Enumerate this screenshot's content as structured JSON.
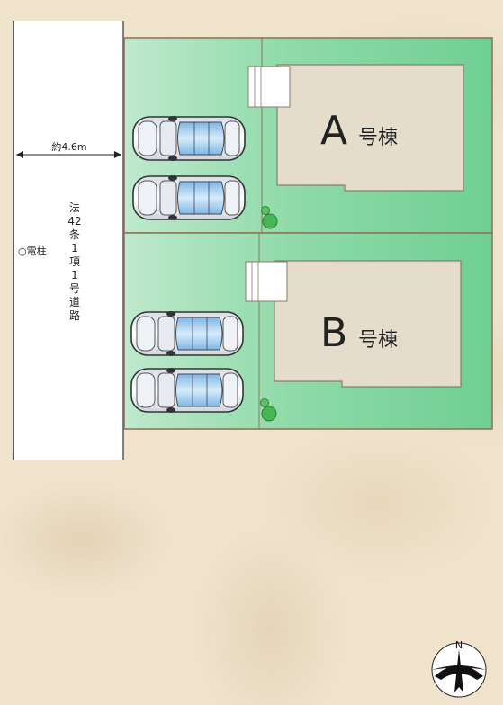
{
  "road": {
    "width_label": "約4.6m",
    "name_chars": [
      "法",
      "42",
      "条",
      "1",
      "項",
      "1",
      "号",
      "道",
      "路"
    ]
  },
  "utility_pole": {
    "label": "○電柱"
  },
  "buildings": [
    {
      "letter": "A",
      "suffix": "号棟"
    },
    {
      "letter": "B",
      "suffix": "号棟"
    }
  ],
  "compass": {
    "north_label": "N"
  },
  "colors": {
    "lot_green": "#7fd39e",
    "lot_green_light": "#c9eed5",
    "lot_border": "#8a7a5a",
    "building_fill": "#e6dccb",
    "building_border": "#8a7d6a",
    "road_fill": "#ffffff",
    "car_glass": "#9ec9ea"
  }
}
